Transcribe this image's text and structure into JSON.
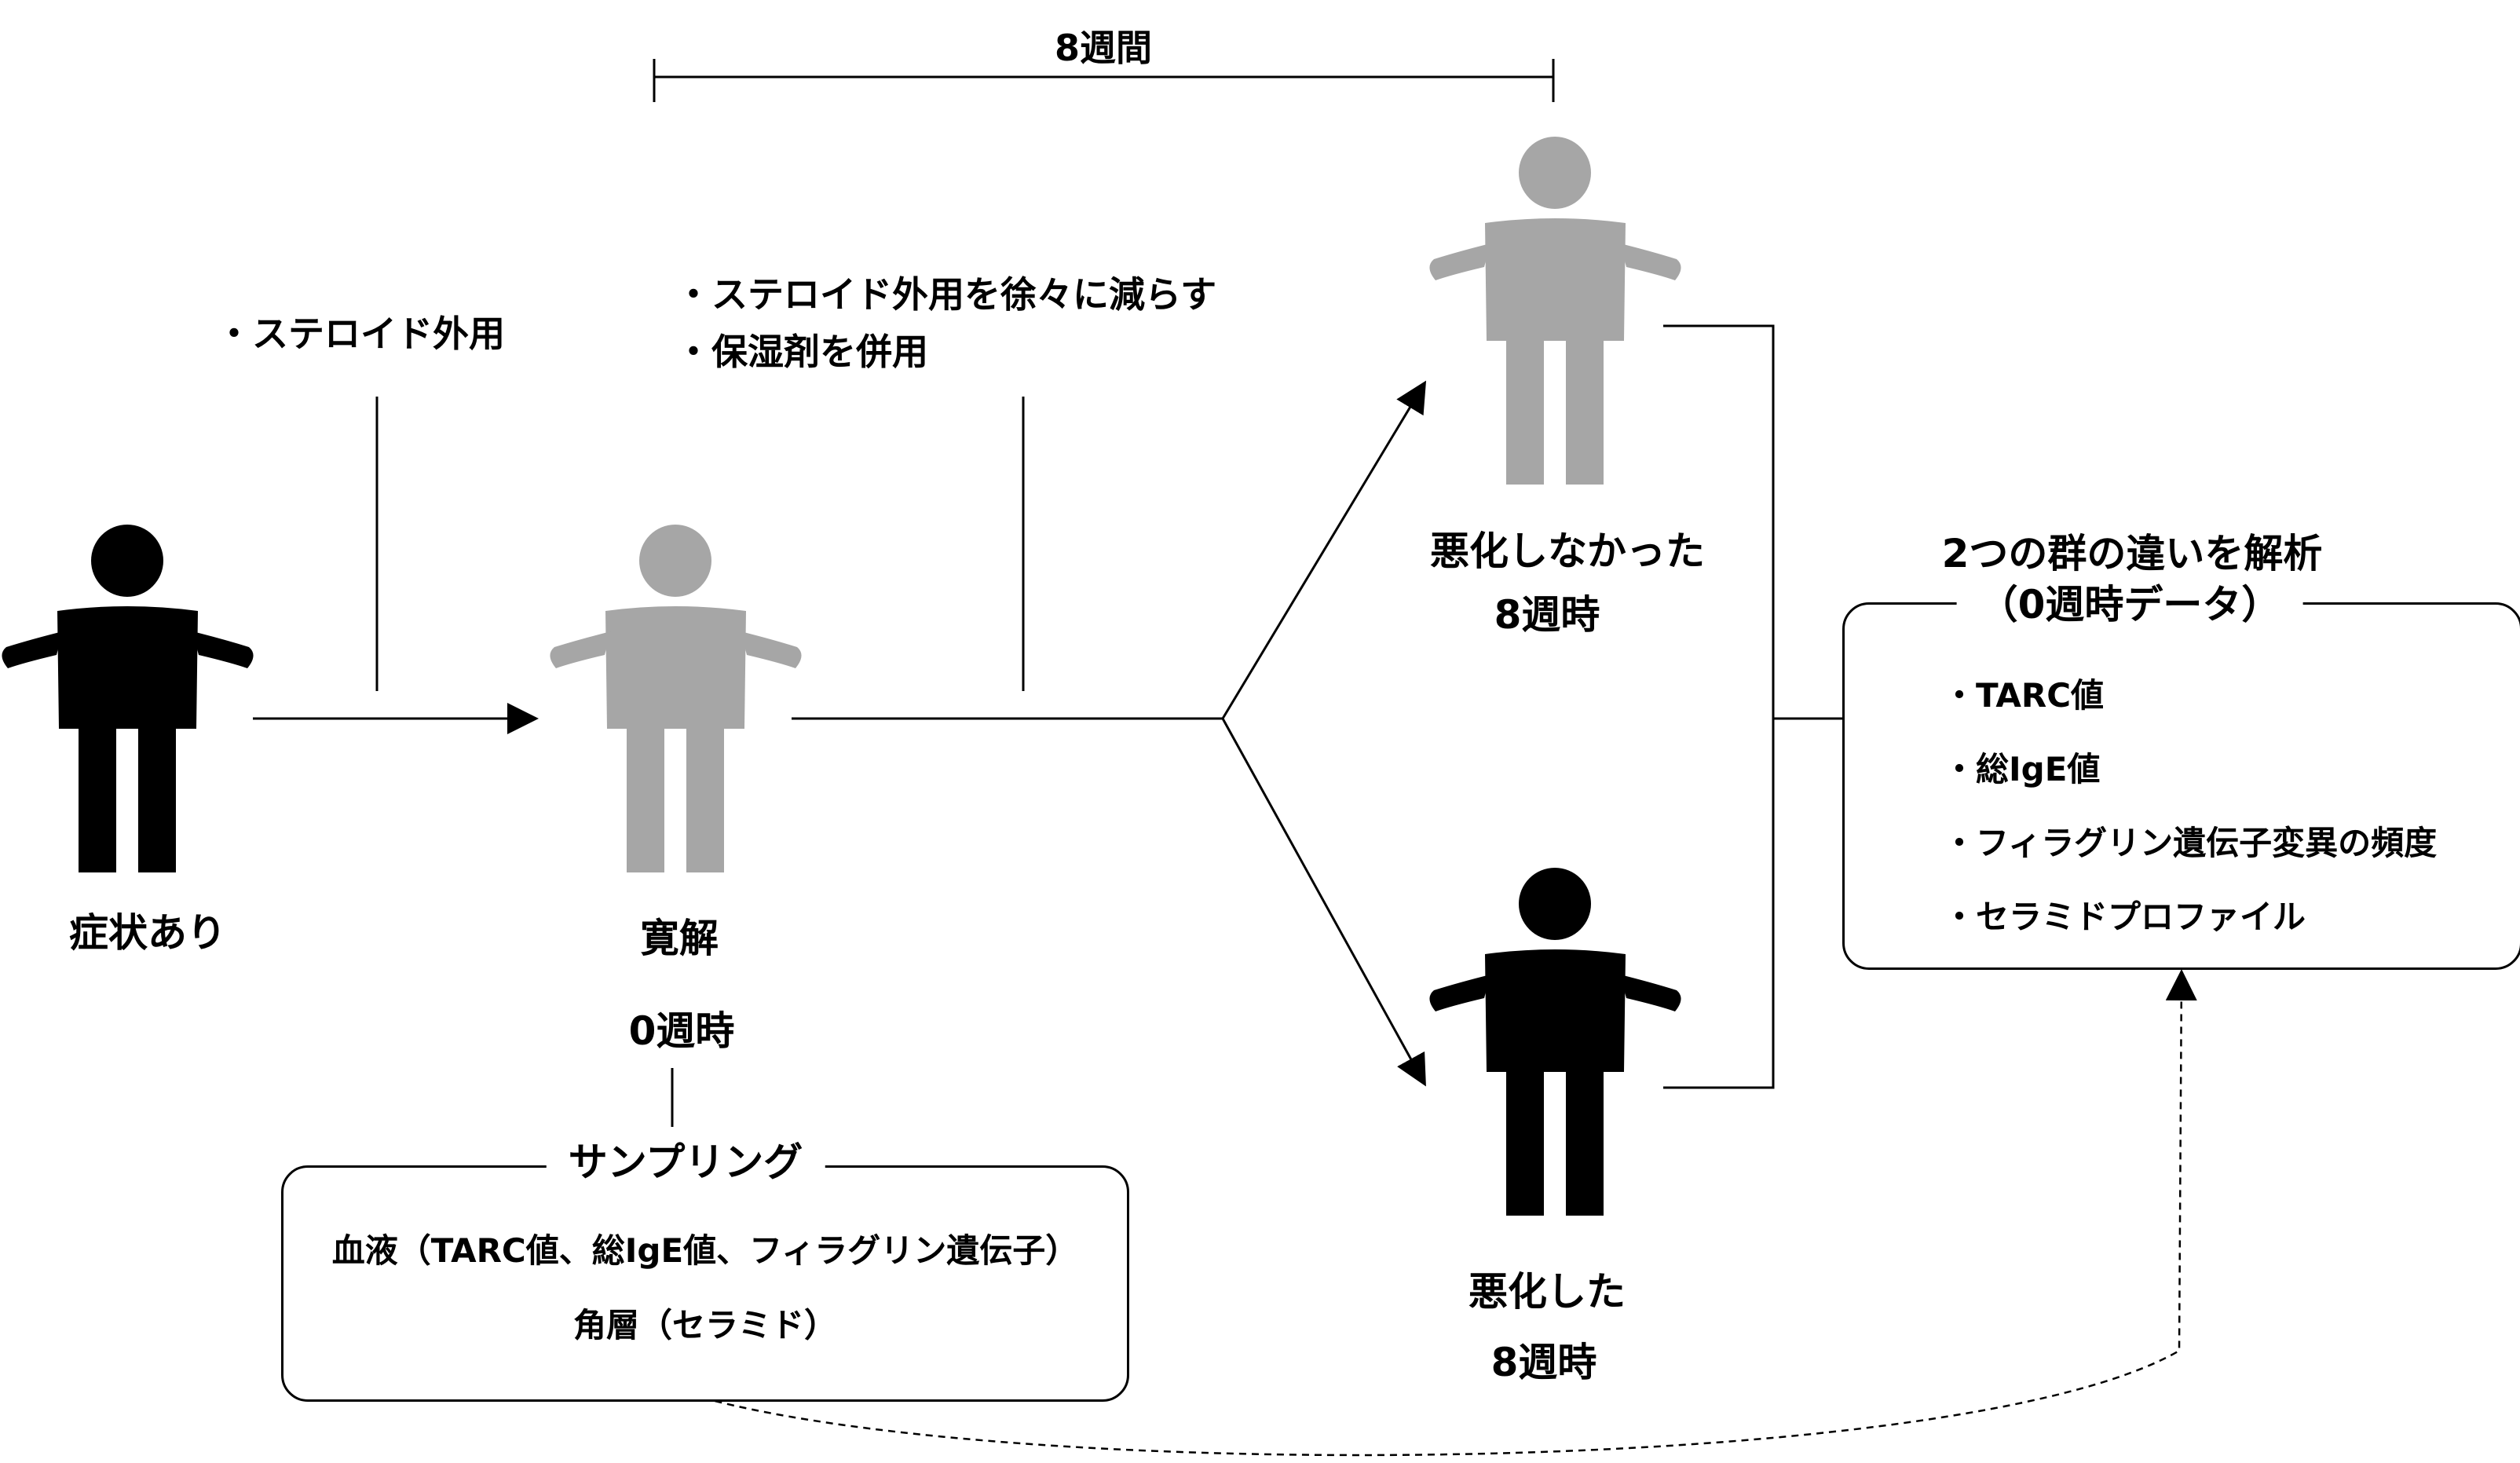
{
  "timeline": {
    "duration_label": "8週間"
  },
  "treatments": {
    "first": "・ステロイド外用",
    "second_line1": "・ステロイド外用を徐々に減らす",
    "second_line2": "・保湿剤を併用"
  },
  "stages": {
    "symptom": "症状あり",
    "remission": "寛解",
    "week0": "0週時",
    "not_worsened": "悪化しなかった",
    "not_worsened_week": "8週時",
    "worsened": "悪化した",
    "worsened_week": "8週時"
  },
  "sampling": {
    "title": "サンプリング",
    "line1": "血液（TARC値、総IgE値、フィラグリン遺伝子）",
    "line2": "角層（セラミド）"
  },
  "analysis": {
    "title_line1": "2つの群の違いを解析",
    "title_line2": "（0週時データ）",
    "items": [
      "・TARC値",
      "・総IgE値",
      "・フィラグリン遺伝子変異の頻度",
      "・セラミドプロファイル"
    ]
  },
  "colors": {
    "symptom_person": "#000000",
    "remission_person": "#a6a6a6",
    "not_worsened_person": "#a6a6a6",
    "worsened_person": "#000000",
    "line": "#000000"
  },
  "icons": {
    "person": "person-shrugging-icon"
  }
}
